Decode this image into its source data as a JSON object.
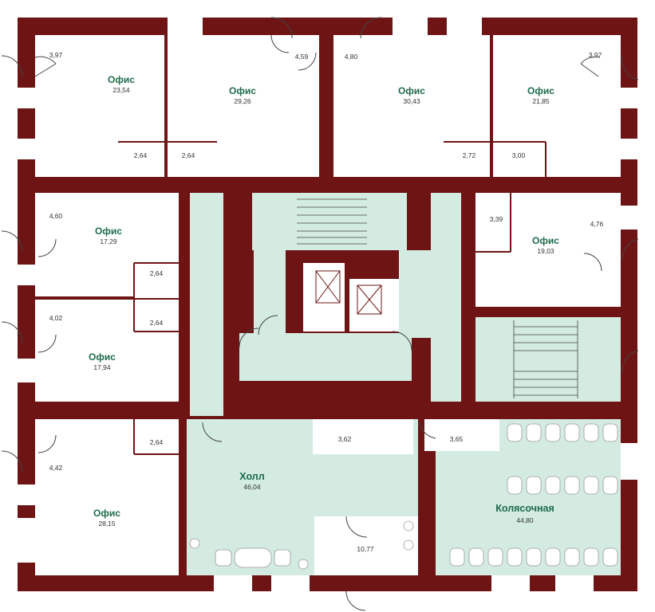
{
  "colors": {
    "wall": "#6e1414",
    "common_area": "#d3ebe1",
    "label_name": "#1f6b4a"
  },
  "offices": [
    {
      "id": "office-1",
      "name": "Офис",
      "area": "23,54"
    },
    {
      "id": "office-2",
      "name": "Офис",
      "area": "29,26"
    },
    {
      "id": "office-3",
      "name": "Офис",
      "area": "30,43"
    },
    {
      "id": "office-4",
      "name": "Офис",
      "area": "21,85"
    },
    {
      "id": "office-5",
      "name": "Офис",
      "area": "17,29"
    },
    {
      "id": "office-6",
      "name": "Офис",
      "area": "17,94"
    },
    {
      "id": "office-7",
      "name": "Офис",
      "area": "19,03"
    },
    {
      "id": "office-8",
      "name": "Офис",
      "area": "28,15"
    }
  ],
  "hall": {
    "name": "Холл",
    "area": "46,04"
  },
  "stroller_room": {
    "name": "Колясочная",
    "area": "44,80"
  },
  "small_areas": [
    {
      "id": "a1",
      "value": "3,97"
    },
    {
      "id": "a2",
      "value": "4,59"
    },
    {
      "id": "a3",
      "value": "4,80"
    },
    {
      "id": "a4",
      "value": "3,97"
    },
    {
      "id": "a5",
      "value": "2,64"
    },
    {
      "id": "a6",
      "value": "2,64"
    },
    {
      "id": "a7",
      "value": "2,72"
    },
    {
      "id": "a8",
      "value": "3,00"
    },
    {
      "id": "a9",
      "value": "4,60"
    },
    {
      "id": "a10",
      "value": "3,39"
    },
    {
      "id": "a11",
      "value": "4,76"
    },
    {
      "id": "a12",
      "value": "2,64"
    },
    {
      "id": "a13",
      "value": "2,64"
    },
    {
      "id": "a14",
      "value": "4,02"
    },
    {
      "id": "a15",
      "value": "2,64"
    },
    {
      "id": "a16",
      "value": "3,62"
    },
    {
      "id": "a17",
      "value": "3,65"
    },
    {
      "id": "a18",
      "value": "4,42"
    },
    {
      "id": "a19",
      "value": "10,77"
    }
  ]
}
